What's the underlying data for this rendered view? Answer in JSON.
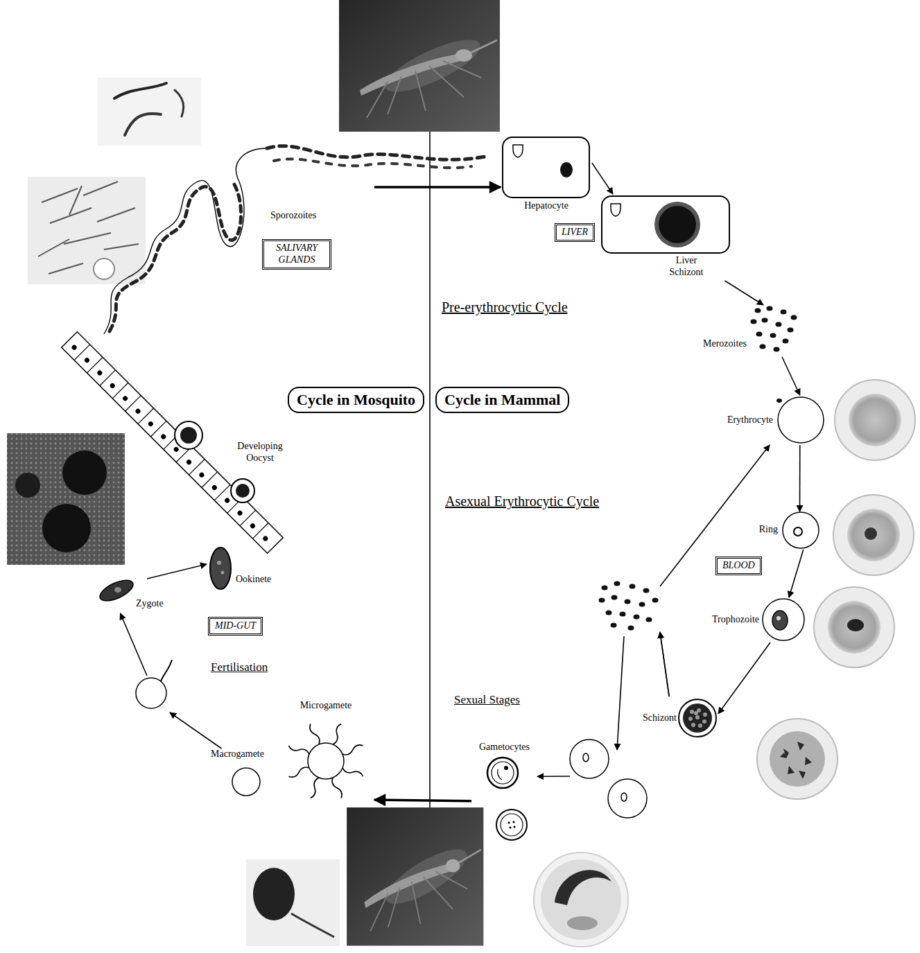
{
  "diagram": {
    "nodes": [
      {
        "text": [
          "Sporozoites"
        ]
      },
      {
        "text": [
          "SALIVARY GLANDS"
        ]
      },
      {
        "text": [
          "Hepatocyte"
        ]
      },
      {
        "text": [
          "LIVER"
        ]
      },
      {
        "text": [
          "Liver Schizont"
        ]
      },
      {
        "text": [
          "Merozoites"
        ]
      },
      {
        "text": [
          "Cycle in Mosquito"
        ]
      },
      {
        "text": [
          "Cycle in Mammal"
        ]
      },
      {
        "text": [
          "Erythrocyte"
        ]
      },
      {
        "text": [
          "Developing Oocyst"
        ]
      },
      {
        "text": [
          "Ring"
        ]
      },
      {
        "text": [
          "BLOOD"
        ]
      },
      {
        "text": [
          "Ookinete"
        ]
      },
      {
        "text": [
          "Zygote"
        ]
      },
      {
        "text": [
          "MID-GUT"
        ]
      },
      {
        "text": [
          "Trophozoite"
        ]
      },
      {
        "text": [
          "Schizont"
        ]
      },
      {
        "text": [
          "Microgamete"
        ]
      },
      {
        "text": [
          "Gametocytes"
        ]
      },
      {
        "text": [
          "Macrogamete"
        ]
      }
    ],
    "edges": [
      {
        "from": 0,
        "to": 2,
        "arrow": "to"
      },
      {
        "from": 2,
        "to": 4,
        "arrow": "to"
      },
      {
        "from": 4,
        "to": 5,
        "arrow": "to"
      },
      {
        "from": 5,
        "to": 8,
        "arrow": "to"
      },
      {
        "from": 8,
        "to": 10,
        "arrow": "to"
      },
      {
        "from": 10,
        "to": 15,
        "arrow": "to"
      },
      {
        "from": 15,
        "to": 16,
        "arrow": "to"
      },
      {
        "from": 16,
        "to": 8,
        "arrow": "to"
      },
      {
        "from": 16,
        "to": 18,
        "arrow": "to"
      },
      {
        "from": 18,
        "to": 17,
        "arrow": "to"
      },
      {
        "from": 19,
        "to": 13,
        "arrow": "to"
      },
      {
        "from": 13,
        "to": 12,
        "arrow": "to"
      }
    ],
    "labels": [
      "Pre-erythrocytic Cycle",
      "Asexual Erythrocytic Cycle",
      "Fertilisation",
      "Sexual Stages"
    ]
  }
}
